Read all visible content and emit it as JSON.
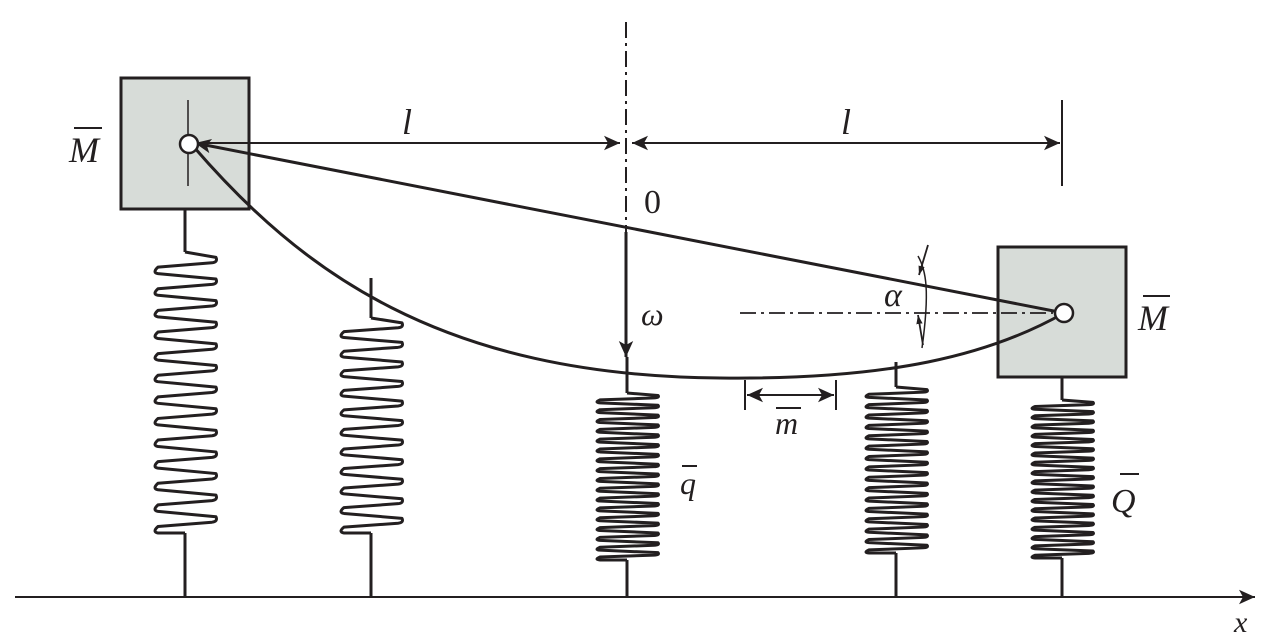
{
  "labels": {
    "mass_left": "M",
    "mass_right": "M",
    "dist_left": "l",
    "dist_right": "l",
    "origin": "0",
    "omega": "ω",
    "alpha": "α",
    "m_bar": "m",
    "q_bar": "q",
    "Q_bar": "Q",
    "x_axis": "x"
  },
  "colors": {
    "stroke": "#231f20",
    "block_fill": "#d7dcd8",
    "background": "#ffffff"
  }
}
